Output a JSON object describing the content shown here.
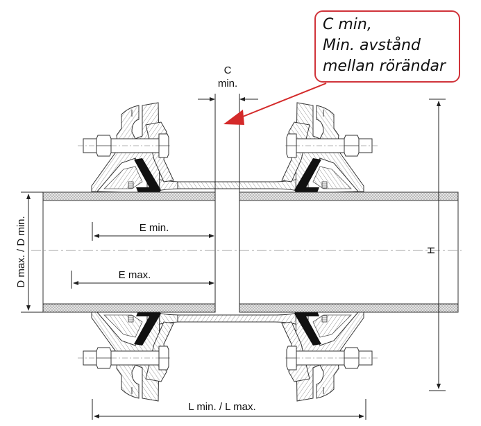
{
  "callout": {
    "lines": [
      "C min,",
      "Min. avstånd",
      "mellan rörändar"
    ],
    "border_color": "#d0333a"
  },
  "labels": {
    "c": "C",
    "c_min": "min.",
    "e_min": "E min.",
    "e_max": "E max.",
    "d": "D max. / D min.",
    "h": "H",
    "l": "L min. / L max."
  },
  "colors": {
    "arrow": "#d42a2a",
    "line": "#222222",
    "gasket": "#111111"
  }
}
